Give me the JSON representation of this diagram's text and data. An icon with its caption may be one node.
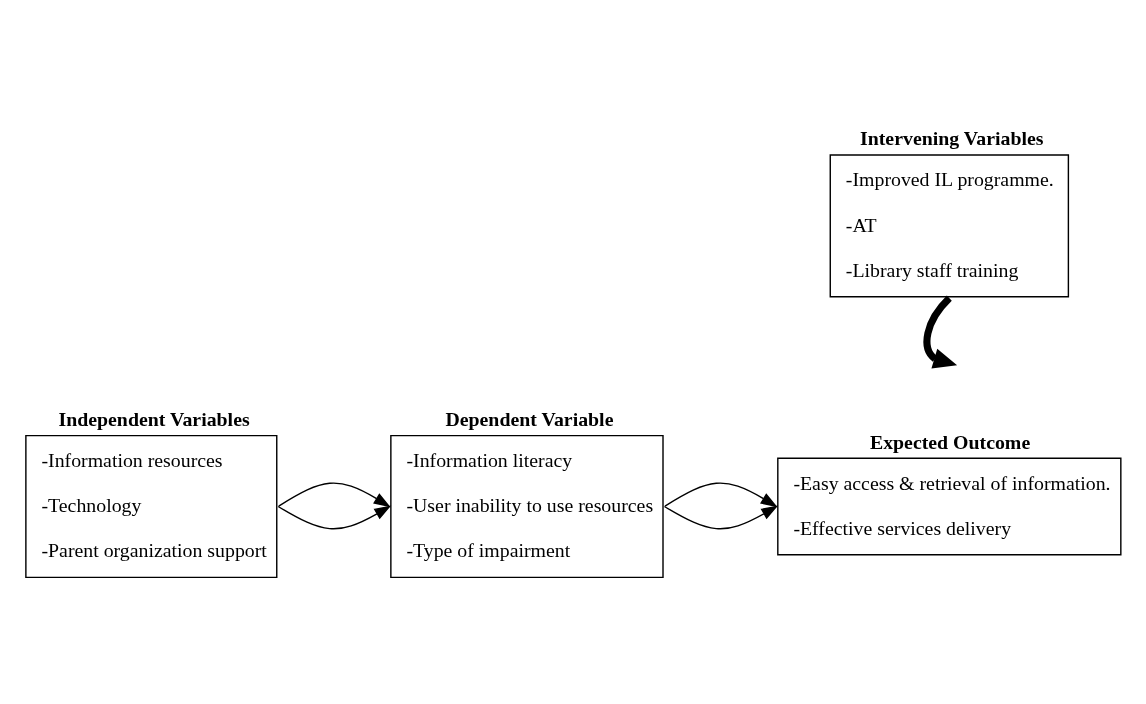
{
  "diagram": {
    "nodes": [
      {
        "text": [
          "Independent Variables",
          "-Information resources",
          "-Technology",
          "-Parent organization support"
        ]
      },
      {
        "text": [
          "Dependent Variable",
          "-Information literacy",
          "-User inability to use resources",
          "-Type of impairment"
        ]
      },
      {
        "text": [
          "Expected Outcome",
          "-Easy access & retrieval of information.",
          "-Effective services delivery"
        ]
      },
      {
        "text": [
          "Intervening Variables",
          "-Improved IL programme.",
          "-AT",
          "-Library staff training"
        ]
      }
    ],
    "edges": [
      {
        "from": 0,
        "to": 1,
        "arrow": "to"
      },
      {
        "from": 0,
        "to": 1,
        "arrow": "to"
      },
      {
        "from": 1,
        "to": 2,
        "arrow": "to"
      },
      {
        "from": 1,
        "to": 2,
        "arrow": "to"
      },
      {
        "from": 3,
        "to": null,
        "arrow": "to",
        "style": "thick"
      }
    ]
  }
}
